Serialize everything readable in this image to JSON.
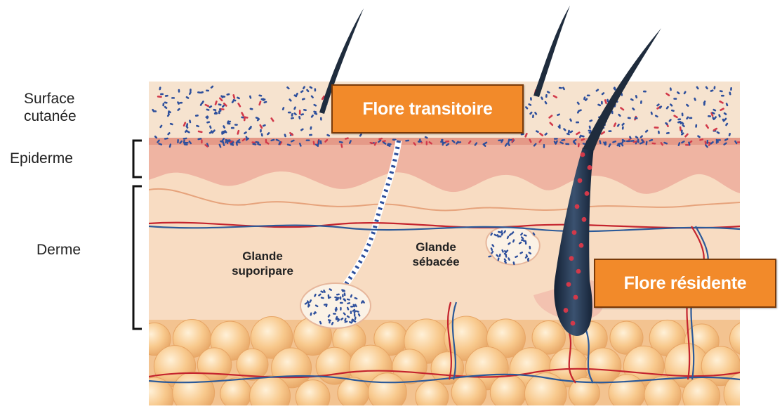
{
  "labels": {
    "surface": "Surface\ncutanée",
    "epiderme": "Epiderme",
    "derme": "Derme",
    "glande_sudoripare": "Glande\nsuporipare",
    "glande_sebacee": "Glande\nsébacée"
  },
  "callouts": {
    "transitoire": "Flore transitoire",
    "residente": "Flore résidente"
  },
  "colors": {
    "callout_fill": "#f28a2a",
    "surface_layer": "#f6e3cf",
    "epidermis": "#efb4a2",
    "dermis": "#f8dcc2",
    "fat_globules": "#f7c88c",
    "bacteria_blue": "#2d4f9c",
    "bacteria_red": "#d2394a",
    "hair": "#233246",
    "vessel_red": "#c4242e",
    "vessel_blue": "#2c5a99"
  }
}
